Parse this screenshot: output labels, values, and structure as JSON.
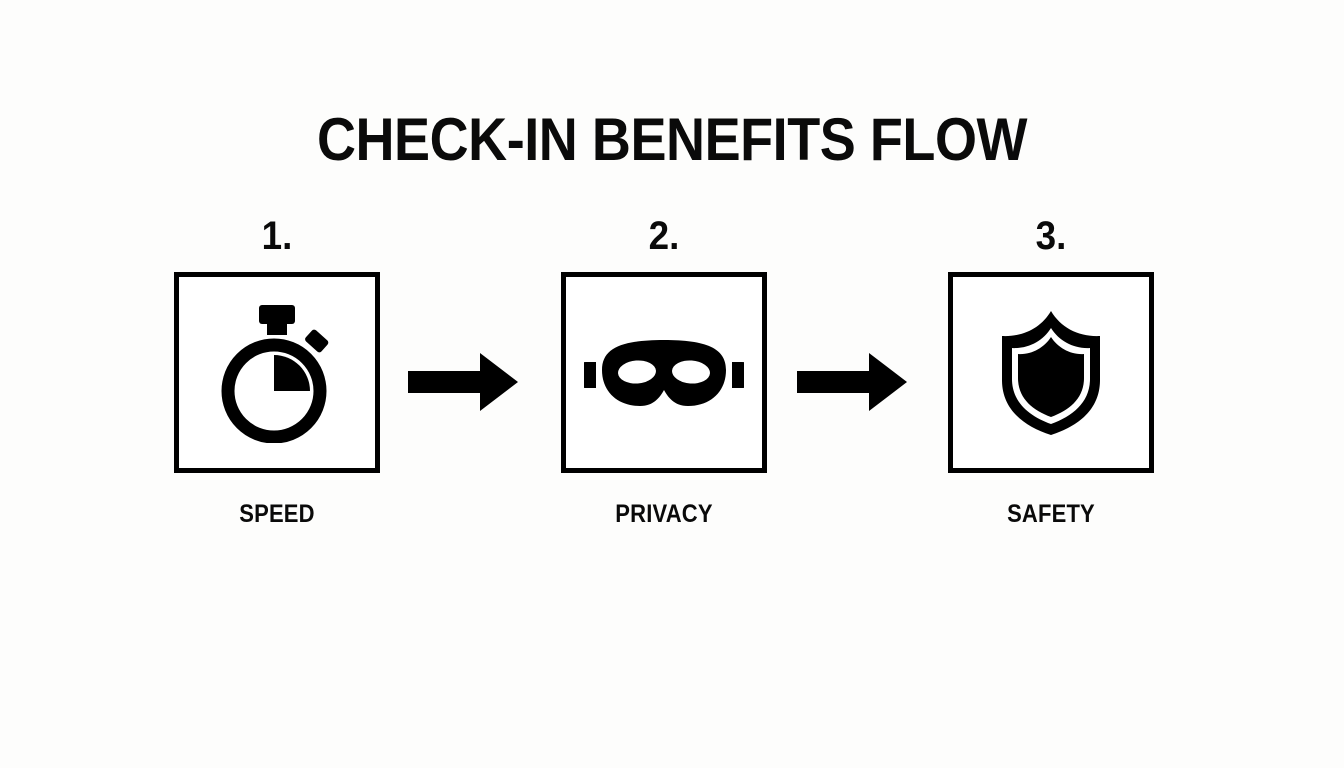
{
  "header": {
    "title": "CHECK-IN BENEFITS FLOW"
  },
  "colors": {
    "background": "#fdfdfc",
    "ink": "#0a0a0a",
    "box_border": "#000000",
    "box_fill": "#ffffff",
    "arrow": "#000000"
  },
  "flow": {
    "steps": [
      {
        "number": "1.",
        "label": "SPEED",
        "icon": "stopwatch-icon"
      },
      {
        "number": "2.",
        "label": "PRIVACY",
        "icon": "privacy-mask-icon"
      },
      {
        "number": "3.",
        "label": "SAFETY",
        "icon": "shield-icon"
      }
    ],
    "connectors": [
      {
        "icon": "arrow-right-icon",
        "from": "SPEED",
        "to": "PRIVACY"
      },
      {
        "icon": "arrow-right-icon",
        "from": "PRIVACY",
        "to": "SAFETY"
      }
    ]
  },
  "diagram_data": {
    "type": "process-flow",
    "orientation": "horizontal",
    "step_count": 3,
    "title": "CHECK-IN BENEFITS FLOW",
    "nodes": [
      "SPEED",
      "PRIVACY",
      "SAFETY"
    ],
    "edges": [
      "SPEED -> PRIVACY",
      "PRIVACY -> SAFETY"
    ]
  }
}
